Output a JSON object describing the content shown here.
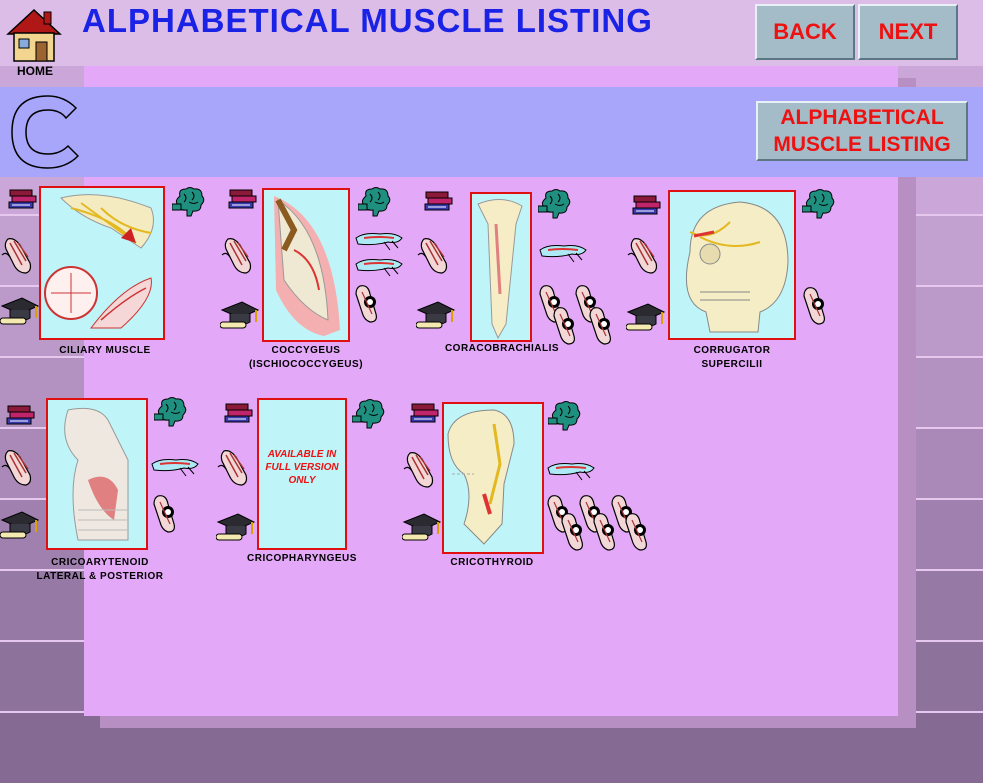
{
  "header": {
    "home_label": "HOME",
    "title": "ALPHABETICAL MUSCLE LISTING",
    "back_label": "BACK",
    "next_label": "NEXT"
  },
  "letter_band": {
    "letter": "C",
    "listing_line1": "ALPHABETICAL",
    "listing_line2": "MUSCLE LISTING"
  },
  "muscles": [
    {
      "line1": "CILIARY MUSCLE",
      "line2": ""
    },
    {
      "line1": "COCCYGEUS",
      "line2": "(ISCHIOCOCCYGEUS)"
    },
    {
      "line1": "CORACOBRACHIALIS",
      "line2": ""
    },
    {
      "line1": "CORRUGATOR",
      "line2": "SUPERCILII"
    },
    {
      "line1": "CRICOARYTENOID",
      "line2": "LATERAL & POSTERIOR"
    },
    {
      "line1": "CRICOPHARYNGEUS",
      "line2": ""
    },
    {
      "line1": "CRICOTHYROID",
      "line2": ""
    }
  ],
  "unavailable_text": [
    "AVAILABLE IN",
    "FULL VERSION",
    "ONLY"
  ],
  "colors": {
    "title": "#1a22e6",
    "button_text": "#ee1111",
    "panel": "#e3a8f7",
    "band": "#a8a6fb",
    "thumb_border": "#e01010"
  }
}
